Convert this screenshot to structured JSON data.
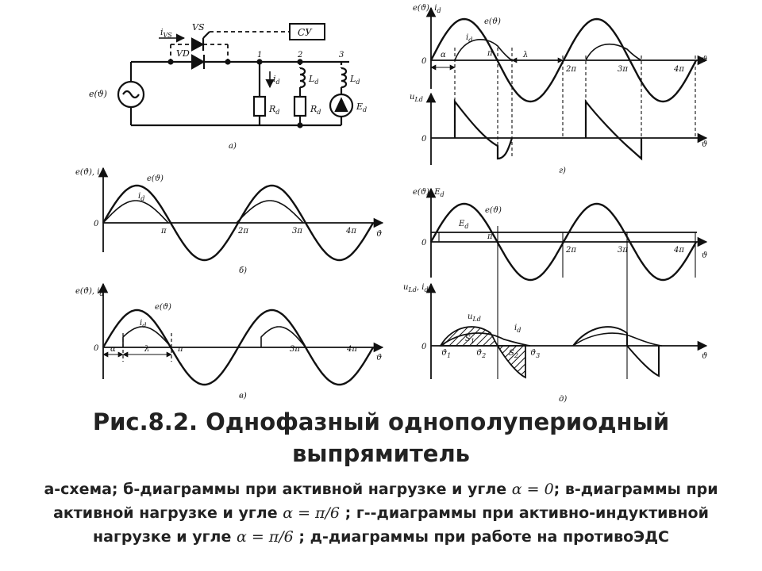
{
  "circuit": {
    "label_ivs": "i",
    "label_ivs_sub": "VS",
    "label_vs": "VS",
    "label_vd": "VD",
    "label_cu": "СУ",
    "label_source": "e(ϑ)",
    "node_1": "1",
    "node_2": "2",
    "node_3": "3",
    "label_id": "i",
    "label_id_sub": "d",
    "label_ld": "L",
    "label_ld_sub": "d",
    "label_rd": "R",
    "label_rd_sub": "d",
    "label_ed": "E",
    "label_ed_sub": "d",
    "panel_label": "а)"
  },
  "panels": {
    "b": {
      "ylabel": "e(ϑ), i",
      "ylabel_sub": "d",
      "curve_e": "e(ϑ)",
      "curve_i": "i",
      "curve_i_sub": "d",
      "ticks": [
        "0",
        "π",
        "2π",
        "3π",
        "4π"
      ],
      "xlabel": "ϑ",
      "panel_label": "б)"
    },
    "v": {
      "ylabel": "e(ϑ), i",
      "ylabel_sub": "d",
      "curve_e": "e(ϑ)",
      "curve_i": "i",
      "curve_i_sub": "d",
      "ticks": [
        "0",
        "π",
        "3π",
        "4π"
      ],
      "alpha": "α",
      "lambda": "λ",
      "xlabel": "ϑ",
      "panel_label": "в)"
    },
    "g": {
      "ylabel_top": "e(ϑ), i",
      "ylabel_top_sub": "d",
      "curve_e": "e(ϑ)",
      "curve_i": "i",
      "curve_i_sub": "d",
      "ticks": [
        "0",
        "π",
        "2π",
        "3π",
        "4π"
      ],
      "alpha": "α",
      "lambda": "λ",
      "ylabel_bottom": "u",
      "ylabel_bottom_sub": "Ld",
      "zero_bottom": "0",
      "xlabel": "ϑ",
      "panel_label": "г)"
    },
    "d": {
      "ylabel_top": "e(ϑ), E",
      "ylabel_top_sub": "d",
      "curve_e": "e(ϑ)",
      "curve_ed": "E",
      "curve_ed_sub": "d",
      "ticks": [
        "0",
        "π",
        "2π",
        "3π",
        "4π"
      ],
      "ylabel_bottom": "u",
      "ylabel_bottom_sub": "Ld",
      "ylabel_bottom_tail": ", i",
      "ylabel_bottom_tail_sub": "d",
      "curve_uld": "u",
      "curve_uld_sub": "Ld",
      "curve_id": "i",
      "curve_id_sub": "d",
      "theta_1": "ϑ",
      "theta_1_sub": "1",
      "theta_2": "ϑ",
      "theta_2_sub": "2",
      "theta_3": "ϑ",
      "theta_3_sub": "3",
      "s1": "S",
      "s1_sub": "1",
      "s2": "S",
      "s2_sub": "2",
      "zero_bottom": "0",
      "xlabel": "ϑ",
      "panel_label": "д)"
    }
  },
  "caption": {
    "title": "Рис.8.2. Однофазный однополупериодный выпрямитель",
    "p1": "а-схема; б-диаграммы при активной нагрузке и угле ",
    "m1": "α = 0",
    "p2": "; в-диаграммы при активной нагрузке и угле ",
    "m2": "α = π/6",
    "p3": " ; г--диаграммы при активно-индуктивной нагрузке и угле ",
    "m3": "α = π/6",
    "p4": " ; д-диаграммы при работе на противоЭДС"
  }
}
